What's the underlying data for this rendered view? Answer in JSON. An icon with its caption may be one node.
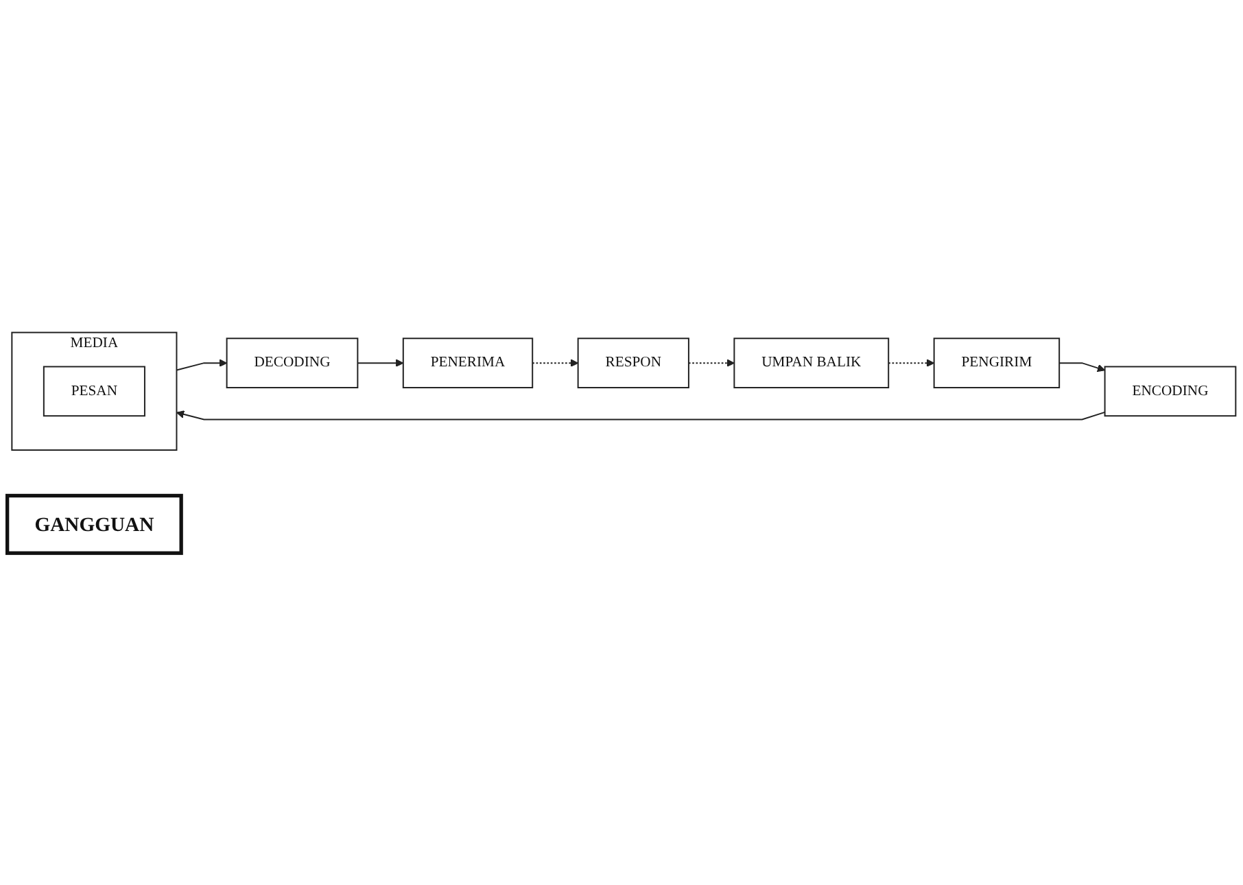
{
  "diagram": {
    "nodes": [
      {
        "text": [
          "PENGIRIM"
        ]
      },
      {
        "text": [
          "ENCODING"
        ]
      },
      {
        "text": [
          "MEDIA"
        ]
      },
      {
        "text": [
          "PESAN"
        ],
        "in": 2
      },
      {
        "text": [
          "DECODING"
        ]
      },
      {
        "text": [
          "PENERIMA"
        ]
      },
      {
        "text": [
          "GANGGUAN"
        ]
      },
      {
        "text": [
          "RESPON"
        ]
      },
      {
        "text": [
          "UMPAN BALIK"
        ]
      }
    ],
    "edges": [
      {
        "from": 0,
        "to": 1,
        "arrow": "to"
      },
      {
        "from": 1,
        "to": 2,
        "arrow": "to"
      },
      {
        "from": 2,
        "to": 4,
        "arrow": "to"
      },
      {
        "from": 4,
        "to": 5,
        "arrow": "to"
      },
      {
        "from": 5,
        "to": 7,
        "arrow": "to",
        "style": "dashed"
      },
      {
        "from": 7,
        "to": 8,
        "arrow": "to",
        "style": "dashed"
      },
      {
        "from": 8,
        "to": 0,
        "arrow": "to",
        "style": "dashed"
      }
    ]
  }
}
